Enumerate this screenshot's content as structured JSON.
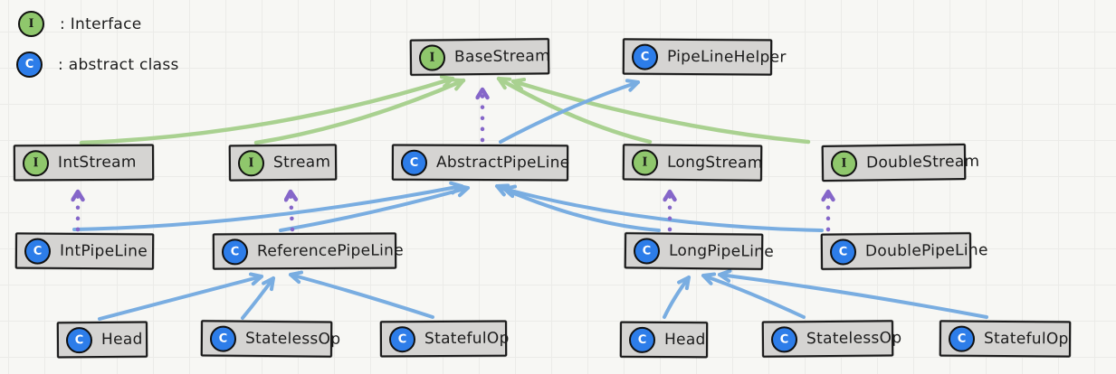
{
  "legend": {
    "items": [
      {
        "badge": "I",
        "label": ": Interface"
      },
      {
        "badge": "C",
        "label": ": abstract class"
      }
    ]
  },
  "palette": {
    "interface_badge": "#8fc76c",
    "abstract_class_badge": "#2d7de9",
    "node_fill": "#d5d4d2",
    "node_border": "#191919",
    "arrow_interface_extends": "#a9d190",
    "arrow_class_extends": "#79ade1",
    "arrow_implements": "#8566c9",
    "background": "#f7f7f4",
    "grid_line": "#ebebe8"
  },
  "nodes": [
    {
      "id": "base-stream",
      "badge": "I",
      "label": "BaseStream"
    },
    {
      "id": "pipelinehelper",
      "badge": "C",
      "label": "PipeLineHelper"
    },
    {
      "id": "int-stream",
      "badge": "I",
      "label": "IntStream"
    },
    {
      "id": "stream",
      "badge": "I",
      "label": "Stream"
    },
    {
      "id": "abstract-pipeline",
      "badge": "C",
      "label": "AbstractPipeLine"
    },
    {
      "id": "long-stream",
      "badge": "I",
      "label": "LongStream"
    },
    {
      "id": "double-stream",
      "badge": "I",
      "label": "DoubleStream"
    },
    {
      "id": "int-pipeline",
      "badge": "C",
      "label": "IntPipeLine"
    },
    {
      "id": "reference-pipeline",
      "badge": "C",
      "label": "ReferencePipeLine"
    },
    {
      "id": "long-pipeline",
      "badge": "C",
      "label": "LongPipeLine"
    },
    {
      "id": "double-pipeline",
      "badge": "C",
      "label": "DoublePipeLine"
    },
    {
      "id": "head-left",
      "badge": "C",
      "label": "Head"
    },
    {
      "id": "statelessop-left",
      "badge": "C",
      "label": "StatelessOp"
    },
    {
      "id": "statefulop-left",
      "badge": "C",
      "label": "StatefulOp"
    },
    {
      "id": "head-right",
      "badge": "C",
      "label": "Head"
    },
    {
      "id": "statelessop-right",
      "badge": "C",
      "label": "StatelessOp"
    },
    {
      "id": "statefulop-right",
      "badge": "C",
      "label": "StatefulOp"
    }
  ],
  "edges": [
    {
      "from": "IntStream",
      "to": "BaseStream",
      "kind": "interface-extends"
    },
    {
      "from": "Stream",
      "to": "BaseStream",
      "kind": "interface-extends"
    },
    {
      "from": "LongStream",
      "to": "BaseStream",
      "kind": "interface-extends"
    },
    {
      "from": "DoubleStream",
      "to": "BaseStream",
      "kind": "interface-extends"
    },
    {
      "from": "AbstractPipeLine",
      "to": "BaseStream",
      "kind": "implements"
    },
    {
      "from": "AbstractPipeLine",
      "to": "PipeLineHelper",
      "kind": "class-extends"
    },
    {
      "from": "IntPipeLine",
      "to": "IntStream",
      "kind": "implements"
    },
    {
      "from": "ReferencePipeLine",
      "to": "Stream",
      "kind": "implements"
    },
    {
      "from": "LongPipeLine",
      "to": "LongStream",
      "kind": "implements"
    },
    {
      "from": "DoublePipeLine",
      "to": "DoubleStream",
      "kind": "implements"
    },
    {
      "from": "IntPipeLine",
      "to": "AbstractPipeLine",
      "kind": "class-extends"
    },
    {
      "from": "ReferencePipeLine",
      "to": "AbstractPipeLine",
      "kind": "class-extends"
    },
    {
      "from": "LongPipeLine",
      "to": "AbstractPipeLine",
      "kind": "class-extends"
    },
    {
      "from": "DoublePipeLine",
      "to": "AbstractPipeLine",
      "kind": "class-extends"
    },
    {
      "from": "Head (left)",
      "to": "ReferencePipeLine",
      "kind": "class-extends"
    },
    {
      "from": "StatelessOp (left)",
      "to": "ReferencePipeLine",
      "kind": "class-extends"
    },
    {
      "from": "StatefulOp (left)",
      "to": "ReferencePipeLine",
      "kind": "class-extends"
    },
    {
      "from": "Head (right)",
      "to": "LongPipeLine",
      "kind": "class-extends"
    },
    {
      "from": "StatelessOp (right)",
      "to": "LongPipeLine",
      "kind": "class-extends"
    },
    {
      "from": "StatefulOp (right)",
      "to": "LongPipeLine",
      "kind": "class-extends"
    }
  ]
}
